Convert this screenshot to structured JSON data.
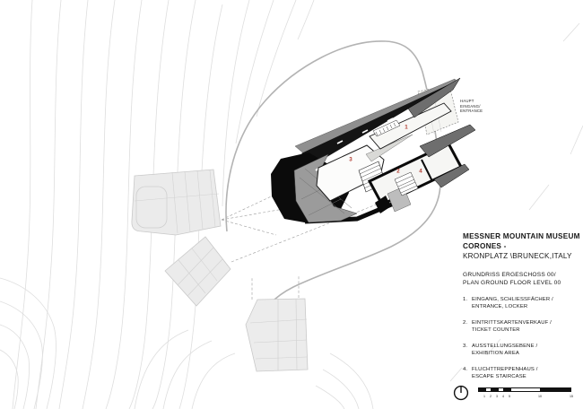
{
  "title_block": {
    "line1": "MESSNER MOUNTAIN MUSEUM",
    "line2": "CORONES -",
    "line3": "KRONPLATZ \\BRUNECK,ITALY",
    "plan_de": "GRUNDRISS ERGESCHOSS 00/",
    "plan_en": "PLAN GROUND FLOOR LEVEL 00"
  },
  "legend": {
    "items": [
      {
        "num": "1.",
        "de": "EINGANG, SCHLIESSFÄCHER /",
        "en": "ENTRANCE, LOCKER"
      },
      {
        "num": "2.",
        "de": "EINTRITTSKARTENVERKAUF /",
        "en": "TICKET COUNTER"
      },
      {
        "num": "3.",
        "de": "AUSSTELLUNGSEBENE /",
        "en": "EXHIBITION AREA"
      },
      {
        "num": "4.",
        "de": "FLUCHTTREPPENHAUS /",
        "en": "ESCAPE STAIRCASE"
      }
    ]
  },
  "plan": {
    "entrance_label": "HAUPT\nEINGANG/\nENTRANCE",
    "room_numbers": [
      {
        "n": "1"
      },
      {
        "n": "2"
      },
      {
        "n": "3"
      },
      {
        "n": "4"
      }
    ],
    "number_color": "#b03a2e"
  },
  "scalebar": {
    "labels": [
      "1",
      "2",
      "3",
      "4",
      "5",
      "10",
      "15"
    ]
  },
  "colors": {
    "building_black": "#0b0b0b",
    "deck_gray": "#9b9b9b",
    "canopy_gray": "#6e6e6e",
    "contour_gray": "#dedede",
    "ridge_gray": "#b3b3b3",
    "mass_gray": "#ebebeb"
  }
}
